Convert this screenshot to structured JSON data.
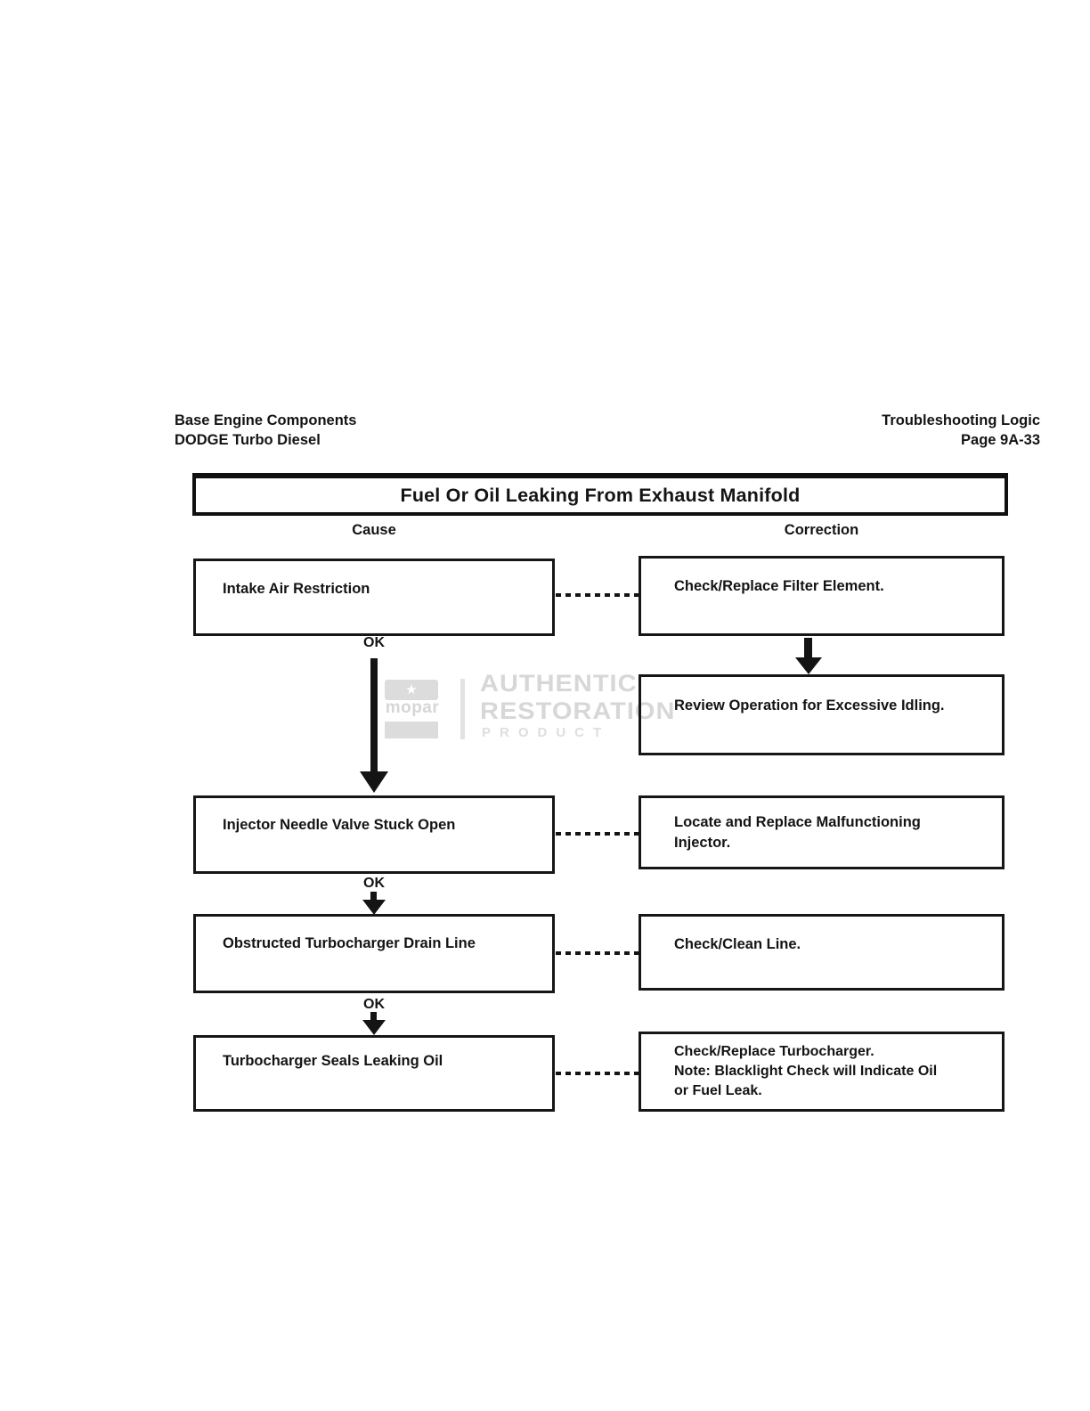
{
  "header": {
    "left_line1": "Base Engine Components",
    "left_line2": "DODGE Turbo Diesel",
    "right_line1": "Troubleshooting Logic",
    "right_line2": "Page 9A-33"
  },
  "title": "Fuel Or Oil Leaking From Exhaust Manifold",
  "columns": {
    "cause": "Cause",
    "correction": "Correction"
  },
  "ok_label": "OK",
  "flow": {
    "causes": [
      {
        "label": "Intake Air Restriction"
      },
      {
        "label": "Injector Needle Valve Stuck Open"
      },
      {
        "label": "Obstructed Turbocharger Drain Line"
      },
      {
        "label": "Turbocharger Seals Leaking Oil"
      }
    ],
    "corrections": [
      {
        "lines": [
          "Check/Replace Filter Element."
        ]
      },
      {
        "lines": [
          "Review Operation for Excessive Idling."
        ]
      },
      {
        "lines": [
          "Locate and Replace Malfunctioning",
          "Injector."
        ]
      },
      {
        "lines": [
          "Check/Clean Line."
        ]
      },
      {
        "lines": [
          "Check/Replace Turbocharger.",
          "Note: Blacklight Check will Indicate Oil",
          "or Fuel Leak."
        ]
      }
    ]
  },
  "watermark": {
    "star": "★",
    "brand": "mopar",
    "line1": "AUTHENTIC",
    "line2": "RESTORATION",
    "line3": "PRODUCT"
  },
  "colors": {
    "ink": "#141414",
    "watermark_gray": "#d8d8d8"
  }
}
